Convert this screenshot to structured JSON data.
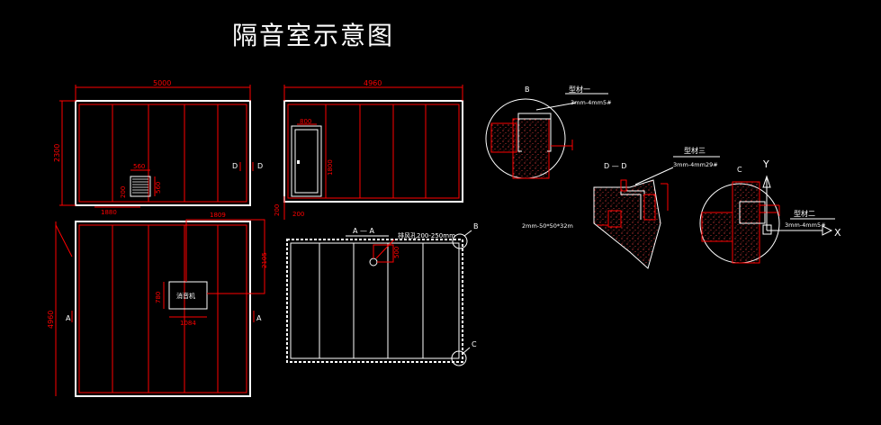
{
  "title": "隔音室示意图",
  "colors": {
    "background": "#000000",
    "outline": "#ffffff",
    "line": "#ff0000",
    "hatch": "#ff3333"
  },
  "views": {
    "front": {
      "width_dim": "5000",
      "height_dim": "2300",
      "vent_width": "560",
      "vent_height": "560",
      "vent_sill": "200",
      "vent_offset": "1880",
      "section_mark_left": "D",
      "section_mark_right": "D"
    },
    "side": {
      "width_dim": "4960",
      "door_width": "800",
      "door_height": "1800",
      "door_sill": "200",
      "door_offset": "200"
    },
    "plan": {
      "length_dim": "4960",
      "equipment_label": "消音机",
      "equip_height": "780",
      "equip_width": "1084",
      "equip_offset_x": "1809",
      "equip_offset_y": "2105",
      "section_mark_left": "A",
      "section_mark_right": "A"
    },
    "top": {
      "section_label": "A — A",
      "hole_note": "排风孔200-250mm",
      "hole_dim": "500",
      "detail_b": "B",
      "detail_c": "C"
    }
  },
  "details": {
    "b": {
      "label": "B",
      "material": "型材一",
      "spec": "3mm-4mm5#"
    },
    "d": {
      "label": "D — D",
      "material": "型材三",
      "spec": "3mm-4mm29#",
      "angle_spec": "2mm-50*50*32m"
    },
    "c": {
      "label": "C",
      "material": "型材二",
      "spec": "3mm-4mm5#",
      "axis_x": "X",
      "axis_y": "Y"
    }
  }
}
